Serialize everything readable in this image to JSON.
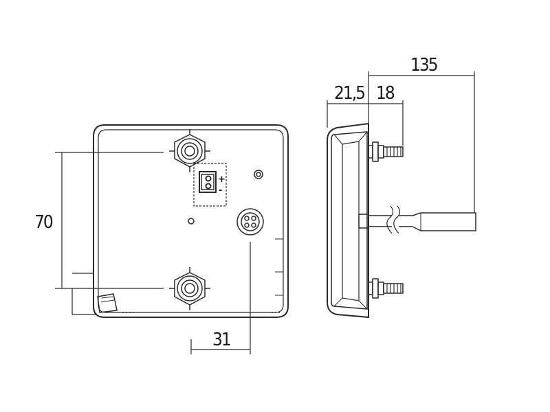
{
  "dimensions": {
    "front_height": "70",
    "front_offset": "31",
    "side_depth": "21,5",
    "side_stud": "18",
    "side_cable": "135"
  },
  "connector": {
    "plus_symbol": "+",
    "minus_symbol": "-"
  }
}
